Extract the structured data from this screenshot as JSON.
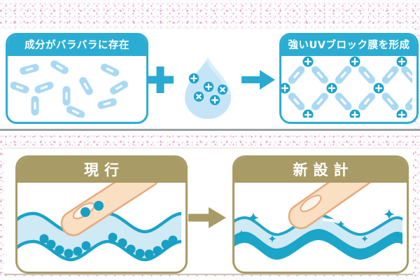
{
  "figure": {
    "top_row": {
      "scattered_box": {
        "title": "成分がバラバラに存在"
      },
      "result_box": {
        "title": "強いUVブロック膜を形成"
      }
    },
    "bottom_row": {
      "current_box": {
        "title": "現行"
      },
      "new_box": {
        "title": "新設計"
      }
    },
    "icons": {
      "plus": "plus-icon",
      "droplet": "water-droplet-icon",
      "arrow_top": "arrow-right-icon",
      "arrow_bottom": "arrow-right-icon",
      "sparkle": "sparkle-icon"
    },
    "colors": {
      "teal": "#2aa9d2",
      "teal_dark": "#17a0c4",
      "capsule_blue": "#a9d9f3",
      "droplet_blue": "#c5e5f7",
      "wave_fill": "#cfe9f5",
      "tan": "#a89b66",
      "skin": "#fadfc2",
      "skin_outline": "#e8a87c",
      "speckle_pink": "#e07ab5"
    }
  }
}
